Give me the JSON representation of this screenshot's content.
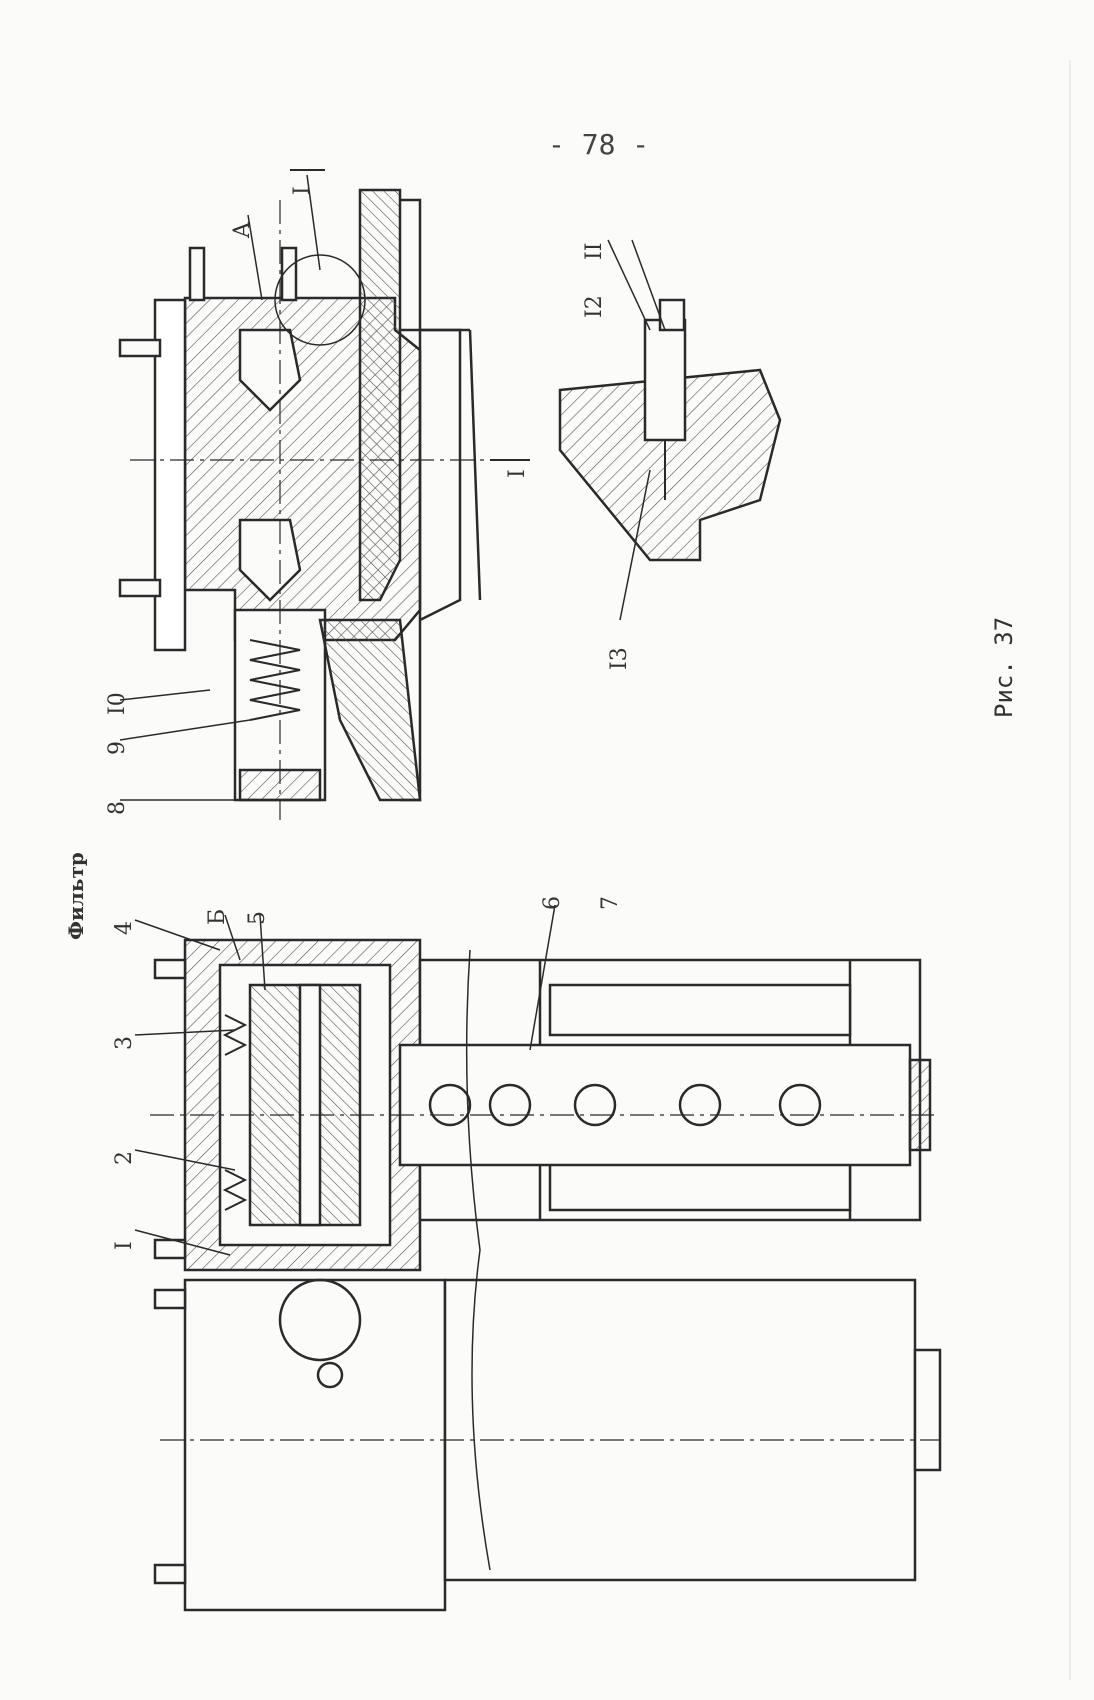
{
  "page": {
    "number": "- 78 -",
    "caption": "Рис. 37",
    "section_title": "Фильтр"
  },
  "labels": {
    "upper": [
      "8",
      "9",
      "I0",
      "A",
      "I",
      "I"
    ],
    "detail": [
      "II",
      "I2",
      "I3"
    ],
    "lower": [
      "I",
      "2",
      "3",
      "4",
      "Б",
      "5",
      "6",
      "7"
    ]
  },
  "colors": {
    "ink": "#2a2a2a",
    "paper": "#fbfbfa",
    "hatch": "#555555"
  }
}
